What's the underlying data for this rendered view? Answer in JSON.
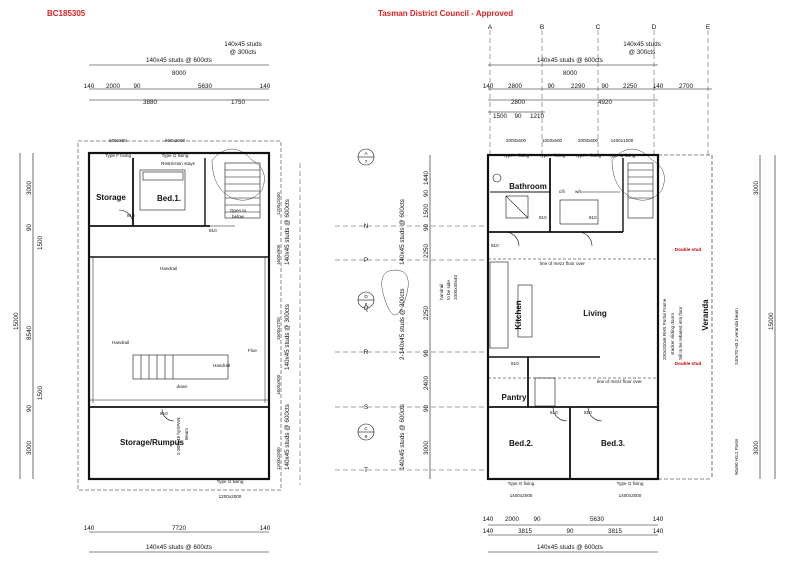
{
  "header": {
    "consent_id": "BC185305",
    "approval": "Tasman District Council  - Approved"
  },
  "grid_labels": {
    "top": [
      "A",
      "B",
      "C",
      "D",
      "E"
    ],
    "side": [
      "N",
      "P",
      "Q",
      "R",
      "S",
      "T"
    ]
  },
  "section_markers": [
    {
      "letter": "A",
      "sheet": "7"
    },
    {
      "letter": "D",
      "sheet": "8"
    },
    {
      "letter": "C",
      "sheet": "9"
    }
  ],
  "left_plan": {
    "top_stud_note": [
      "140x45 studs",
      "@ 300cts"
    ],
    "top_studs": "140x45 studs @ 600cts",
    "overall_width": "8000",
    "top_dims": [
      "140",
      "2000",
      "90",
      "5630",
      "140"
    ],
    "top_sub_dims": [
      "3880",
      "1750"
    ],
    "bottom_dims": [
      "140",
      "7720",
      "140"
    ],
    "bottom_studs": "140x45 studs @ 600cts",
    "left_dims": [
      "3000",
      "90",
      "1500",
      "8540",
      "90",
      "1500",
      "3000"
    ],
    "overall_length": "15000",
    "windows": [
      {
        "size": "600x800",
        "note": "Type F fixing"
      },
      {
        "size": "900x2600",
        "note": "Type G fixing"
      }
    ],
    "window_bottom": {
      "size": "1200x2000",
      "note": "Type G fixing"
    },
    "rooms": {
      "storage": "Storage",
      "bed1": "Bed.1.",
      "storage_rumpus": "Storage/Rumpus"
    },
    "labels": {
      "handrail": "Handrail",
      "restriction": "Restriction stays",
      "open_to": "Open to",
      "below": "below",
      "down": "down",
      "flue": "Flue",
      "beam": [
        "2-300x45 hySPAN",
        "Beam"
      ]
    },
    "door_tags": [
      "810",
      "810",
      "810"
    ],
    "side_stud_notes": [
      "140x45 studs @ 600cts",
      "140x45 studs @ 300cts",
      "140x45 studs @ 600cts"
    ],
    "right_openings": [
      "1200x2000",
      "1600x900",
      "1600x2700",
      "1600x900",
      "1200x2000"
    ]
  },
  "right_plan": {
    "top_stud_note": [
      "140x45 studs",
      "@ 300cts"
    ],
    "top_studs": "140x45 studs @ 600cts",
    "overall_width": "8000",
    "top_dims": [
      "140",
      "2800",
      "90",
      "2290",
      "90",
      "2250",
      "140",
      "2700"
    ],
    "top_sub_dims": [
      "2800",
      "4920"
    ],
    "top_sub_dims_2": [
      "1500",
      "90",
      "1210"
    ],
    "bottom_dims": [
      "140",
      "2000",
      "90",
      "5630",
      "140"
    ],
    "bottom_sub_dims": [
      "140",
      "3815",
      "90",
      "3815",
      "140"
    ],
    "bottom_studs": "140x45 studs @ 600cts",
    "left_dims": [
      "1440",
      "90",
      "1500",
      "90",
      "2250",
      "2250",
      "90",
      "2400",
      "90",
      "3000"
    ],
    "right_dims": [
      "3000",
      "15000",
      "3000"
    ],
    "windows": [
      {
        "size": "2000x600",
        "note": "Type F fixing"
      },
      {
        "size": "1000x600",
        "note": "Type F fixing"
      },
      {
        "size": "2000x600",
        "note": "Type F fixing"
      },
      {
        "size": "1400x1000",
        "note": "Type G fixing"
      }
    ],
    "window_bottom": [
      {
        "size": "1400x2000",
        "note": "Type G fixing"
      },
      {
        "size": "1400x2000",
        "note": "Type G fixing"
      }
    ],
    "rooms": {
      "bathroom": "Bathroom",
      "kitchen": "Kitchen",
      "living": "Living",
      "pantry": "Pantry",
      "bed2": "Bed.2.",
      "bed3": "Bed.3.",
      "wr": "w/r",
      "ch": "c/h",
      "veranda": "Veranda"
    },
    "labels": {
      "double_stud_1": "Double stud",
      "double_stud_2": "Double stud",
      "frame_note": [
        "200x200x6 RHS Portal Frame",
        "stacker sliding doors",
        "Sill to be rebated into floor"
      ],
      "veranda_beam": "240x70 H3.2 veranda beam",
      "posts": "90x90 H3.2 Posts",
      "handrail": "handrail",
      "handrail_note": [
        "handrail",
        "to be side",
        "1000x45x40"
      ],
      "fire_beam": "line of mezz floor over",
      "fire_beam_2": "line of mezz floor over",
      "side_stud_1": "140x45 studs @ 600cts",
      "side_stud_2": "2-140x45 studs @ 300cts",
      "side_stud_3": "140x45 studs @ 600cts"
    },
    "door_tags": [
      "810",
      "810",
      "810",
      "810",
      "810",
      "810"
    ]
  }
}
